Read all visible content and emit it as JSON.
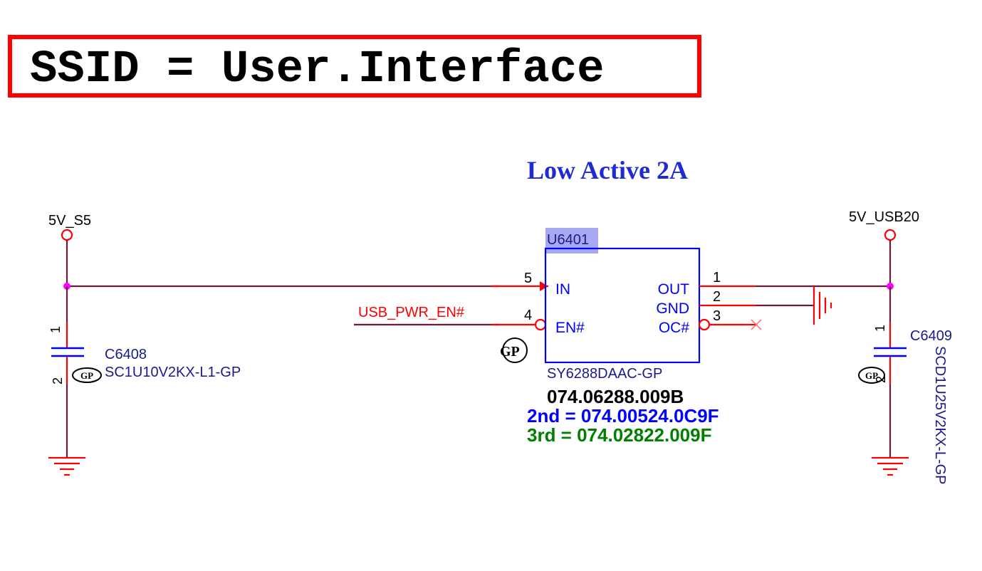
{
  "header": {
    "ssid_label": "SSID = User.Interface"
  },
  "note": {
    "title": "Low Active 2A"
  },
  "nets": {
    "vin": "5V_S5",
    "vout": "5V_USB20",
    "enable": "USB_PWR_EN#"
  },
  "ic": {
    "refdes": "U6401",
    "part": "SY6288DAAC-GP",
    "pn_main": "074.06288.009B",
    "pn_2nd": "2nd = 074.00524.0C9F",
    "pn_3rd": "3rd = 074.02822.009F",
    "pins": [
      {
        "num": "5",
        "name": "IN"
      },
      {
        "num": "4",
        "name": "EN#"
      },
      {
        "num": "1",
        "name": "OUT"
      },
      {
        "num": "2",
        "name": "GND"
      },
      {
        "num": "3",
        "name": "OC#"
      }
    ]
  },
  "c_left": {
    "refdes": "C6408",
    "part": "SC1U10V2KX-L1-GP",
    "pin1": "1",
    "pin2": "2"
  },
  "c_right": {
    "refdes": "C6409",
    "part": "SCD1U25V2KX-L-GP",
    "pin1": "1",
    "pin2": "2"
  },
  "colors": {
    "wire": "#6a1b3a",
    "pin": "#ff0000",
    "symbol": "#0000ff",
    "label": "#1a1a8c",
    "junction": "#ff00ff",
    "highlight": "#a8a8f0",
    "third_source": "#008000"
  }
}
